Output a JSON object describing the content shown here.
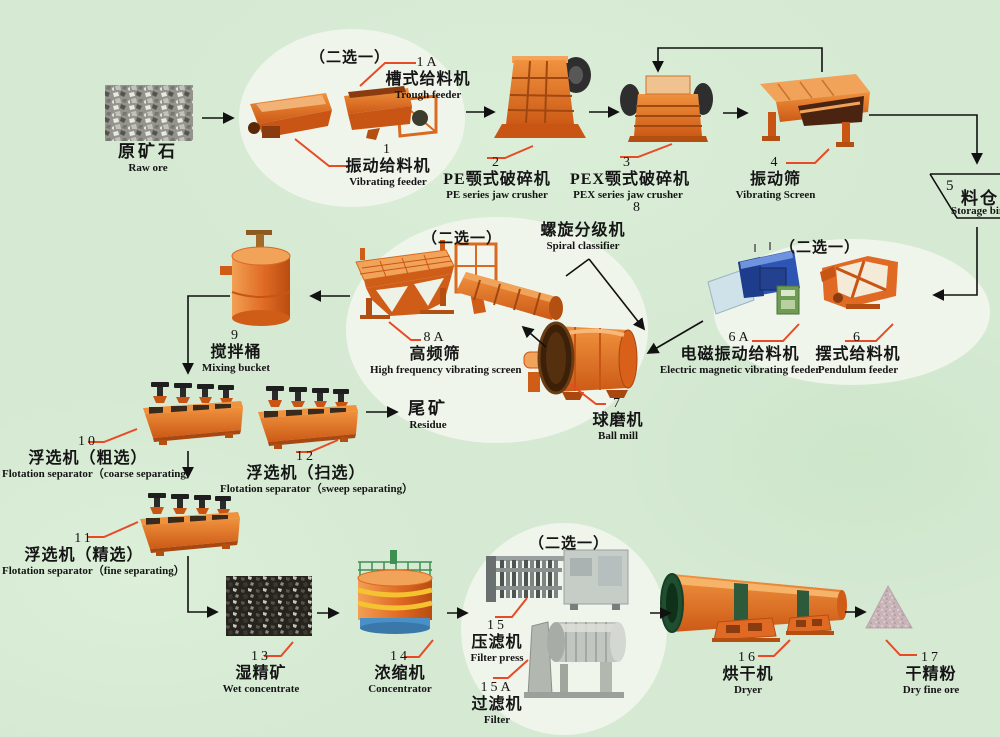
{
  "choice_label": "（二选一）",
  "colors": {
    "background": "#d5e9d3",
    "circle": "#f0f5ec",
    "machine_orange": "#e06a24",
    "callout_red": "#e84a26",
    "line_black": "#111111",
    "feeder_blue": "#2c55b4",
    "dryer_mouth_green": "#1f4f30",
    "concentrator_yellow": "#f5c231",
    "concentrator_blue": "#4a90c8"
  },
  "nodes": {
    "raw_ore": {
      "zh": "原矿石",
      "en": "Raw ore"
    },
    "n1a": {
      "num": "1A",
      "zh": "槽式给料机",
      "en": "Trough feeder"
    },
    "n1": {
      "num": "1",
      "zh": "振动给料机",
      "en": "Vibrating feeder"
    },
    "n2": {
      "num": "2",
      "zh": "PE颚式破碎机",
      "en": "PE series jaw crusher"
    },
    "n3": {
      "num": "3",
      "zh": "PEX颚式破碎机",
      "en": "PEX series jaw crusher"
    },
    "n4": {
      "num": "4",
      "zh": "振动筛",
      "en": "Vibrating Screen"
    },
    "n5": {
      "num": "5",
      "zh": "料仓",
      "en": "Storage bin"
    },
    "n6a": {
      "num": "6A",
      "zh": "电磁振动给料机",
      "en": "Electric magnetic vibrating feeder"
    },
    "n6": {
      "num": "6",
      "zh": "摆式给料机",
      "en": "Pendulum feeder"
    },
    "n7": {
      "num": "7",
      "zh": "球磨机",
      "en": "Ball mill"
    },
    "n8": {
      "num": "8",
      "zh": "螺旋分级机",
      "en": "Spiral classifier"
    },
    "n8a": {
      "num": "8A",
      "zh": "高频筛",
      "en": "High frequency vibrating screen"
    },
    "n9": {
      "num": "9",
      "zh": "搅拌桶",
      "en": "Mixing bucket"
    },
    "n10": {
      "num": "10",
      "zh": "浮选机（粗选）",
      "en": "Flotation separator（coarse separating）"
    },
    "n11": {
      "num": "11",
      "zh": "浮选机（精选）",
      "en": "Flotation separator（fine separating）"
    },
    "n12": {
      "num": "12",
      "zh": "浮选机（扫选）",
      "en": "Flotation separator（sweep separating）"
    },
    "residue": {
      "zh": "尾矿",
      "en": "Residue"
    },
    "n13": {
      "num": "13",
      "zh": "湿精矿",
      "en": "Wet concentrate"
    },
    "n14": {
      "num": "14",
      "zh": "浓缩机",
      "en": "Concentrator"
    },
    "n15": {
      "num": "15",
      "zh": "压滤机",
      "en": "Filter press"
    },
    "n15a": {
      "num": "15A",
      "zh": "过滤机",
      "en": "Filter"
    },
    "n16": {
      "num": "16",
      "zh": "烘干机",
      "en": "Dryer"
    },
    "n17": {
      "num": "17",
      "zh": "干精粉",
      "en": "Dry fine ore"
    }
  }
}
